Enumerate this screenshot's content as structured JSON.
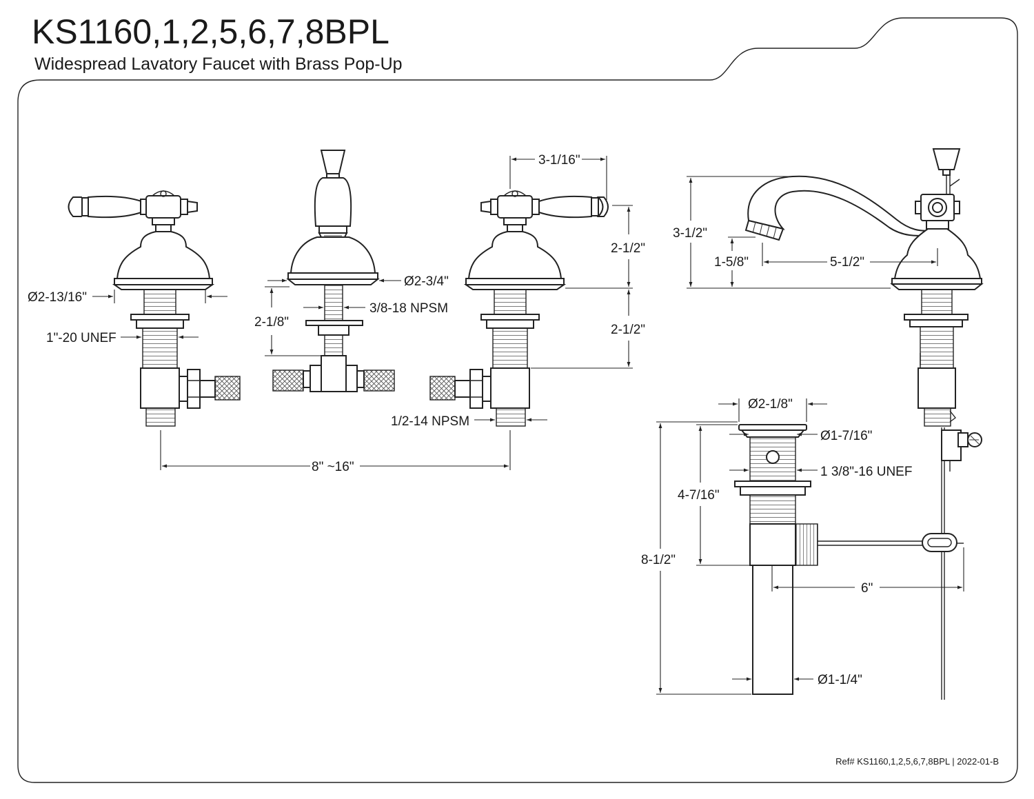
{
  "header": {
    "title": "KS1160,1,2,5,6,7,8BPL",
    "subtitle": "Widespread Lavatory Faucet with Brass Pop-Up"
  },
  "labels": {
    "handle_diameter": "Ø2-13/16\"",
    "shank_thread": "1\"-20 UNEF",
    "spout_base_diameter": "Ø2-3/4\"",
    "spout_thread": "3/8-18 NPSM",
    "spout_shank_height": "2-1/8\"",
    "handle_width": "3-1/16\"",
    "handle_height": "2-1/2\"",
    "valve_shank_height": "2-1/2\"",
    "inlet_thread": "1/2-14 NPSM",
    "spread": "8\" ~16\"",
    "faucet_height": "3-1/2\"",
    "spout_clearance": "1-5/8\"",
    "spout_reach": "5-1/2\"",
    "drain_flange_diameter": "Ø2-1/8\"",
    "drain_body_diameter": "Ø1-7/16\"",
    "drain_thread": "1 3/8\"-16 UNEF",
    "drain_body_length": "4-7/16\"",
    "drain_total_length": "8-1/2\"",
    "pivot_rod_length": "6\"",
    "tailpiece_diameter": "Ø1-1/4\""
  },
  "footer": {
    "reference": "Ref# KS1160,1,2,5,6,7,8BPL | 2022-01-B"
  }
}
